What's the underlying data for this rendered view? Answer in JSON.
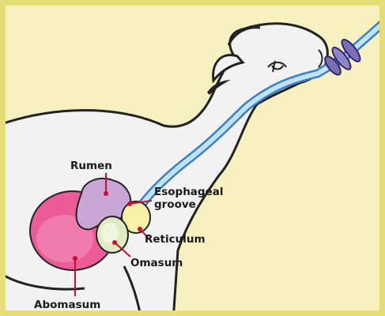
{
  "colors": {
    "background": "#f7f1c2",
    "border": "#e6dd77",
    "body_fill": "#f2f2f2",
    "outline": "#222222",
    "tube_light": "#bfe3f5",
    "tube_dark": "#3a7fbf",
    "rumen": "#c9a6d6",
    "abomasum": "#ec5d97",
    "omasum": "#dcebc0",
    "reticulum": "#f7f2a8",
    "pointer": "#c8102e"
  },
  "labels": {
    "rumen": "Rumen",
    "esophageal_groove_line1": "Esophageal",
    "esophageal_groove_line2": "groove",
    "reticulum": "Reticulum",
    "omasum": "Omasum",
    "abomasum": "Abomasum"
  }
}
